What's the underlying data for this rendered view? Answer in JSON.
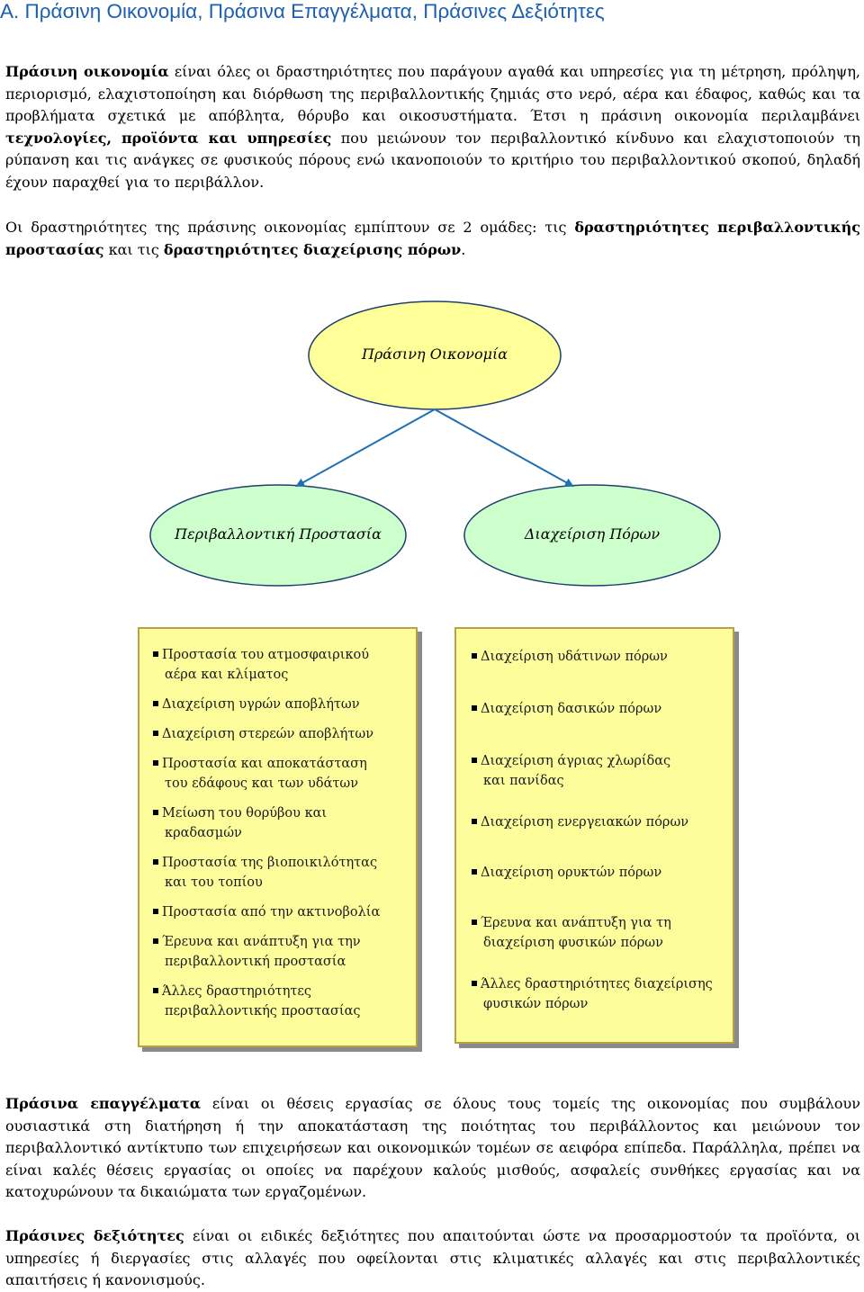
{
  "title": "Α. Πράσινη Οικονομία, Πράσινα Επαγγέλματα, Πράσινες Δεξιότητες",
  "intro": {
    "p1_t1": "Πράσινη οικονομία",
    "p1_t2": " είναι όλες οι δραστηριότητες που παράγουν αγαθά και υπηρεσίες για τη μέτρηση, πρόληψη, περιορισμό, ελαχιστοποίηση και διόρθωση της περιβαλλοντικής ζημιάς στο νερό, αέρα και έδαφος, καθώς και τα προβλήματα σχετικά με απόβλητα, θόρυβο και οικοσυστήματα. Έτσι η πράσινη οικονομία περιλαμβάνει ",
    "p1_t3": "τεχνολογίες, προϊόντα και υπηρεσίες",
    "p1_t4": " που μειώνουν τον περιβαλλοντικό κίνδυνο και ελαχιστοποιούν τη ρύπανση και τις ανάγκες σε φυσικούς πόρους ενώ ικανοποιούν το κριτήριο του περιβαλλοντικού σκοπού, δηλαδή έχουν παραχθεί για το περιβάλλον.",
    "p2_t1": "Οι δραστηριότητες της πράσινης οικονομίας εμπίπτουν σε 2 ομάδες: τις ",
    "p2_t2": "δραστηριότητες περιβαλλοντικής προστασίας",
    "p2_t3": " και τις ",
    "p2_t4": "δραστηριότητες διαχείρισης πόρων",
    "p2_t5": "."
  },
  "diagram": {
    "colors": {
      "top_fill": "#ffff99",
      "child_fill": "#ccffcc",
      "box_fill": "#fdfd9c",
      "arrow": "#1f6fb2"
    },
    "top_label": "Πράσινη Οικονομία",
    "left_label": "Περιβαλλοντική Προστασία",
    "right_label": "Διαχείριση Πόρων",
    "left_items": [
      [
        "Προστασία του ατμοσφαιρικού",
        "αέρα και κλίματος"
      ],
      [
        "Διαχείριση υγρών αποβλήτων"
      ],
      [
        "Διαχείριση στερεών αποβλήτων"
      ],
      [
        "Προστασία και αποκατάσταση",
        "του εδάφους και των υδάτων"
      ],
      [
        "Μείωση του θορύβου και",
        "κραδασμών"
      ],
      [
        "Προστασία της βιοποικιλότητας",
        "και του τοπίου"
      ],
      [
        "Προστασία από την ακτινοβολία"
      ],
      [
        "Έρευνα και ανάπτυξη για την",
        "περιβαλλοντική προστασία"
      ],
      [
        "Άλλες δραστηριότητες",
        "περιβαλλοντικής προστασίας"
      ]
    ],
    "right_items": [
      [
        "Διαχείριση υδάτινων πόρων"
      ],
      [
        "Διαχείριση δασικών πόρων"
      ],
      [
        "Διαχείριση άγριας  χλωρίδας",
        "και πανίδας"
      ],
      [
        "Διαχείριση ενεργειακών πόρων"
      ],
      [
        "Διαχείριση ορυκτών πόρων"
      ],
      [
        "Έρευνα και ανάπτυξη για τη",
        "διαχείριση φυσικών πόρων"
      ],
      [
        "Άλλες δραστηριότητες διαχείρισης",
        "φυσικών πόρων"
      ]
    ]
  },
  "outro": {
    "p3_t1": "Πράσινα επαγγέλματα",
    "p3_t2": " είναι οι θέσεις εργασίας σε όλους τους τομείς της οικονομίας που συμβάλουν ουσιαστικά στη διατήρηση ή την αποκατάσταση της ποιότητας του περιβάλλοντος και μειώνουν τον περιβαλλοντικό αντίκτυπο των επιχειρήσεων και οικονομικών τομέων σε αειφόρα επίπεδα. Παράλληλα, πρέπει να είναι καλές θέσεις εργασίας οι οποίες να παρέχουν καλούς μισθούς, ασφαλείς συνθήκες εργασίας και να κατοχυρώνουν τα δικαιώματα των εργαζομένων.",
    "p4_t1": "Πράσινες δεξιότητες",
    "p4_t2": " είναι οι ειδικές δεξιότητες που απαιτούνται ώστε να προσαρμοστούν τα προϊόντα, οι υπηρεσίες ή διεργασίες στις αλλαγές που οφείλονται στις κλιματικές αλλαγές και στις περιβαλλοντικές απαιτήσεις ή κανονισμούς."
  }
}
